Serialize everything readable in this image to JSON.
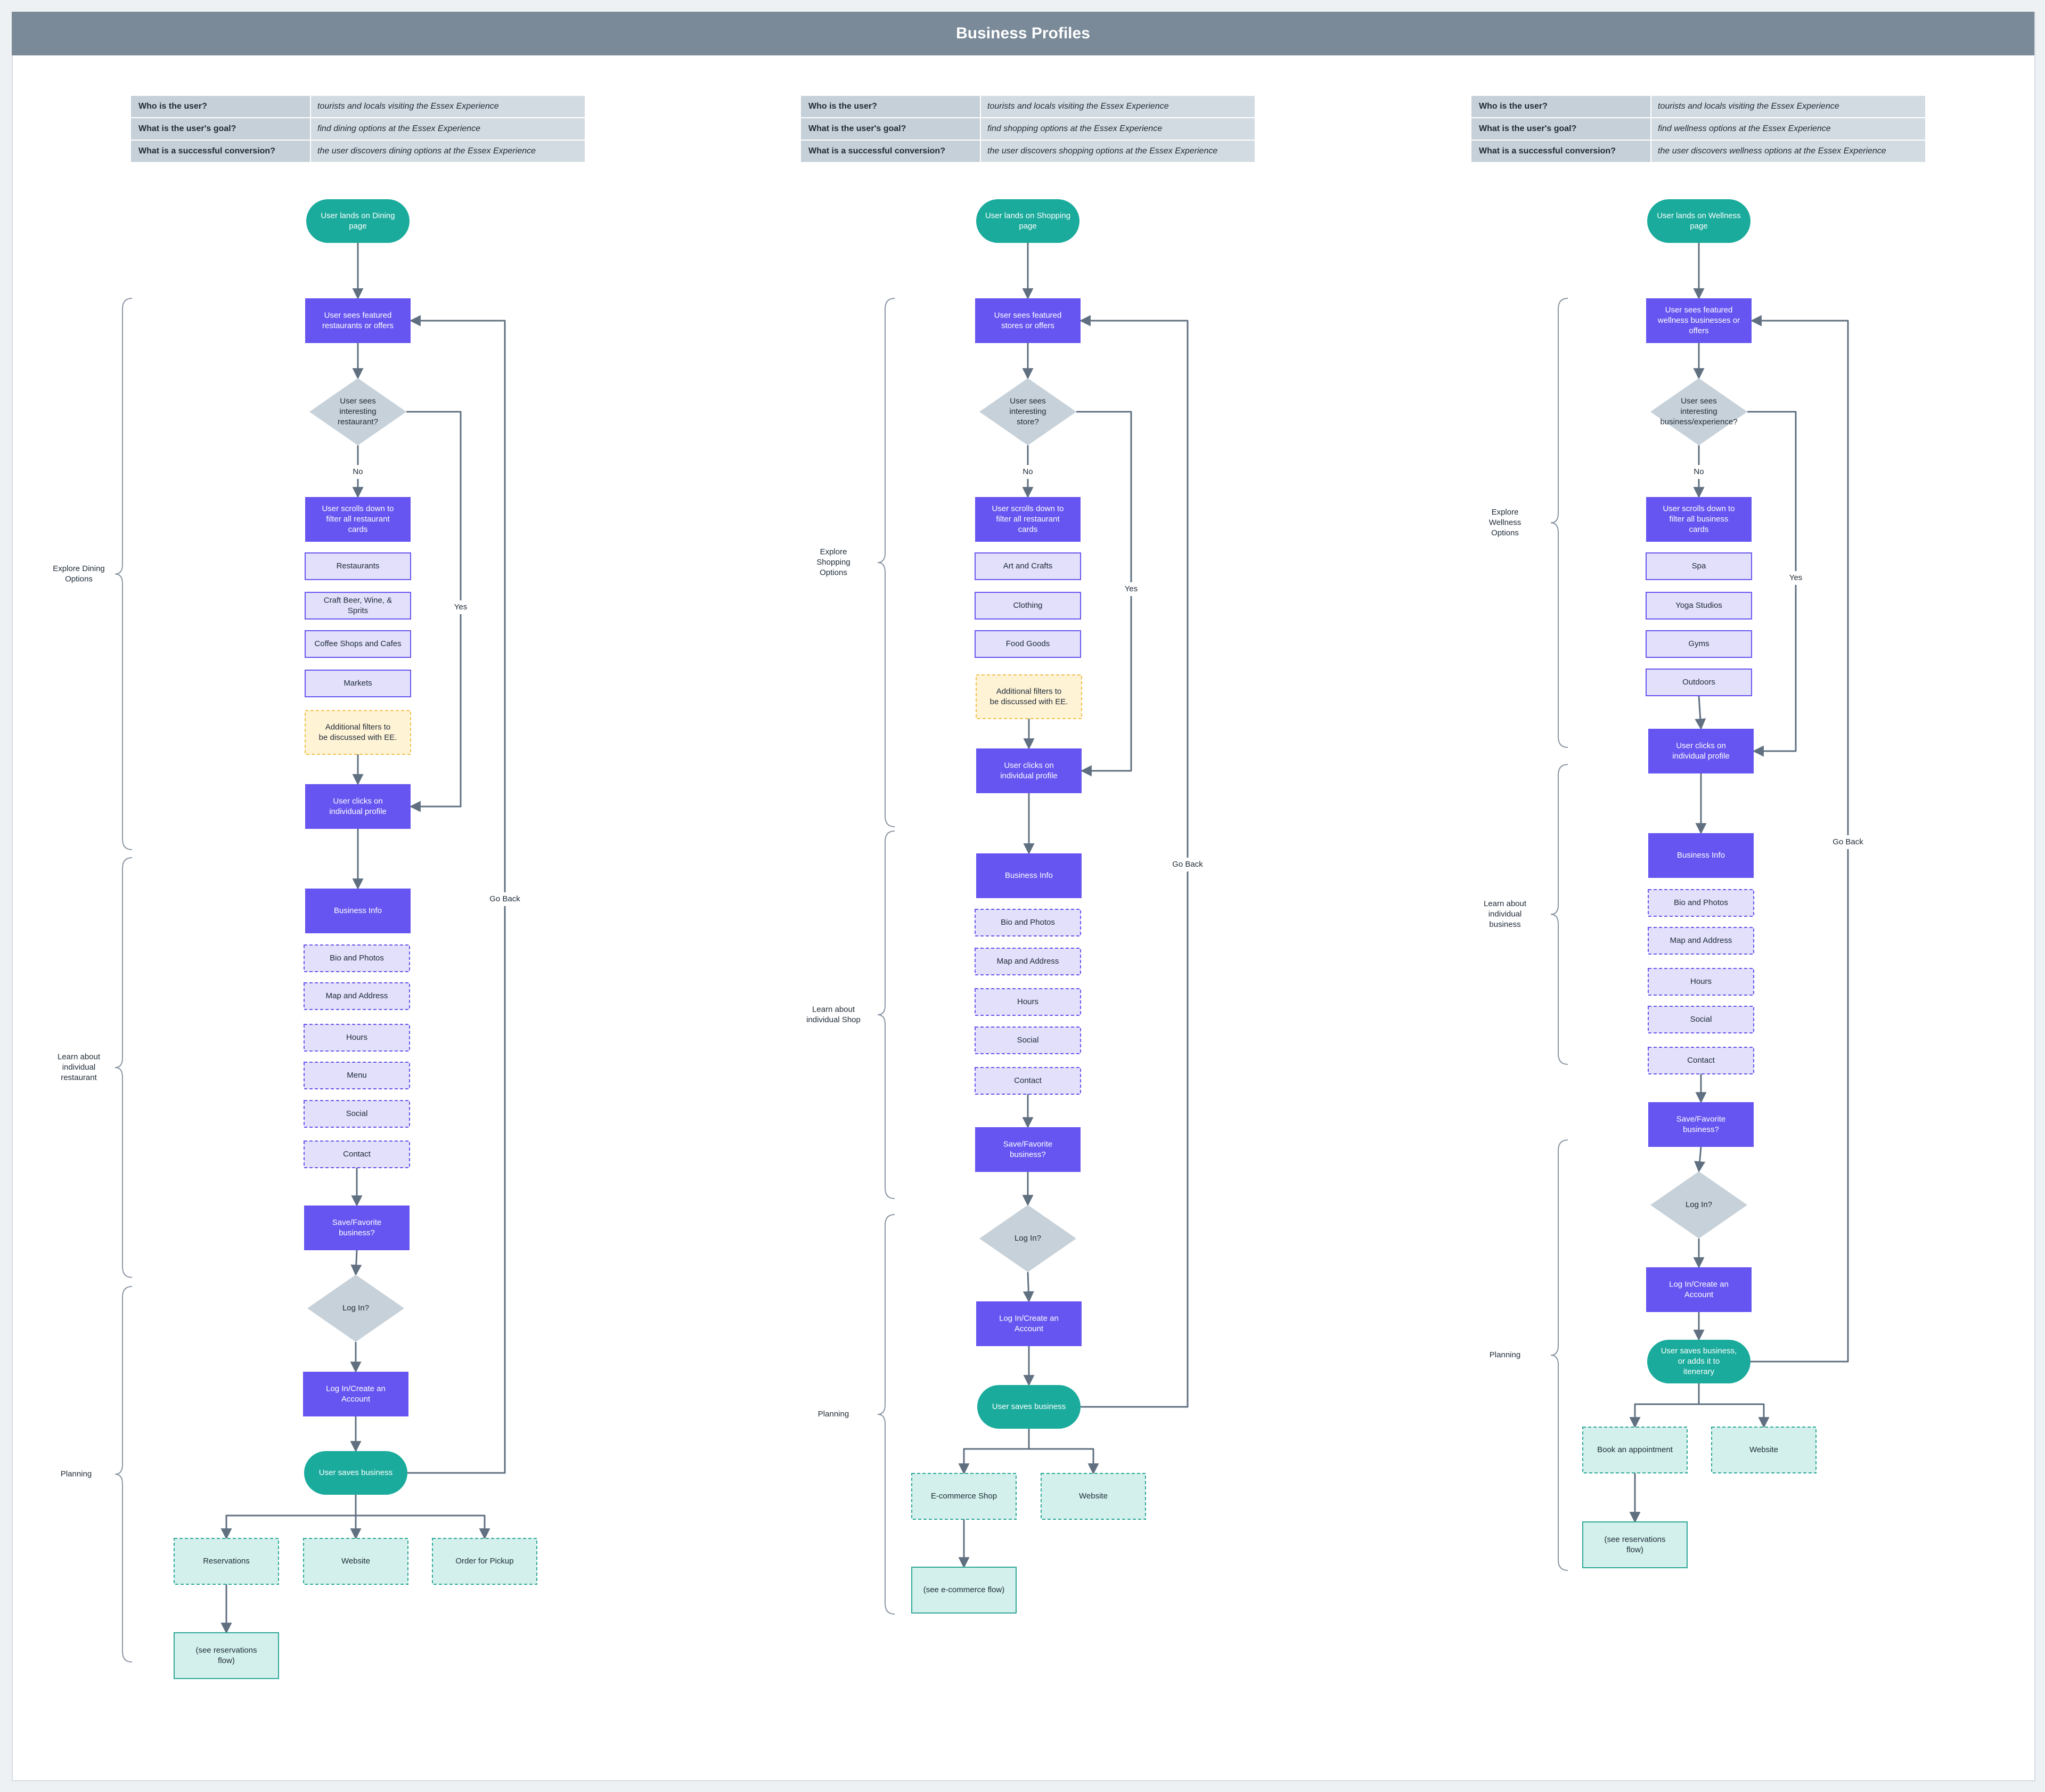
{
  "title": "Business Profiles",
  "colors": {
    "header": "#7a8a99",
    "terminal": "#1bab9c",
    "process": "#6655f0",
    "option": "#e2e0fb",
    "option_border": "#6655f0",
    "decision": "#c7d1d9",
    "note": "#fff3d6",
    "note_border": "#f0c24b",
    "exit": "#d3f0ec",
    "exit_border": "#2fa899",
    "edge": "#607080"
  },
  "tables": [
    {
      "rows": [
        {
          "label": "Who is the user?",
          "value": "tourists and locals visiting the Essex Experience"
        },
        {
          "label": "What is the user's goal?",
          "value": "find dining options at the Essex Experience"
        },
        {
          "label": "What is a successful conversion?",
          "value": "the user discovers dining options at the Essex Experience"
        }
      ]
    },
    {
      "rows": [
        {
          "label": "Who is the user?",
          "value": "tourists and locals visiting the Essex Experience"
        },
        {
          "label": "What is the user's goal?",
          "value": "find shopping options at the Essex Experience"
        },
        {
          "label": "What is a successful conversion?",
          "value": "the user discovers shopping options at the Essex Experience"
        }
      ]
    },
    {
      "rows": [
        {
          "label": "Who is the user?",
          "value": "tourists and locals visiting the Essex Experience"
        },
        {
          "label": "What is the user's goal?",
          "value": "find wellness options at the Essex Experience"
        },
        {
          "label": "What is a successful conversion?",
          "value": "the user discovers wellness options at the Essex Experience"
        }
      ]
    }
  ],
  "flows": [
    {
      "nodes": [
        {
          "id": "d1",
          "type": "terminal",
          "label": "User lands on Dining page"
        },
        {
          "id": "d2",
          "type": "process",
          "label": "User sees featured restaurants or offers"
        },
        {
          "id": "d3",
          "type": "decision",
          "label": "User sees interesting restaurant?"
        },
        {
          "id": "d4",
          "type": "process",
          "label": "User scrolls down to filter all restaurant cards"
        },
        {
          "id": "d5",
          "type": "filter",
          "label": "Restaurants"
        },
        {
          "id": "d6",
          "type": "filter",
          "label": "Craft Beer, Wine, & Sprits"
        },
        {
          "id": "d7",
          "type": "filter",
          "label": "Coffee Shops and Cafes"
        },
        {
          "id": "d8",
          "type": "filter",
          "label": "Markets"
        },
        {
          "id": "d9",
          "type": "note",
          "label": "Additional filters to be discussed with EE."
        },
        {
          "id": "d10",
          "type": "process",
          "label": "User clicks on individual profile"
        },
        {
          "id": "d11",
          "type": "process",
          "label": "Business Info"
        },
        {
          "id": "d12",
          "type": "option",
          "label": "Bio and Photos"
        },
        {
          "id": "d13",
          "type": "option",
          "label": "Map and Address"
        },
        {
          "id": "d14",
          "type": "option",
          "label": "Hours"
        },
        {
          "id": "d15",
          "type": "option",
          "label": "Menu"
        },
        {
          "id": "d16",
          "type": "option",
          "label": "Social"
        },
        {
          "id": "d17",
          "type": "option",
          "label": "Contact"
        },
        {
          "id": "d18",
          "type": "process",
          "label": "Save/Favorite business?"
        },
        {
          "id": "d19",
          "type": "decision",
          "label": "Log In?"
        },
        {
          "id": "d20",
          "type": "process",
          "label": "Log In/Create an Account"
        },
        {
          "id": "d21",
          "type": "terminal",
          "label": "User saves business"
        },
        {
          "id": "d22",
          "type": "exit",
          "label": "Reservations"
        },
        {
          "id": "d23",
          "type": "exit",
          "label": "Website"
        },
        {
          "id": "d24",
          "type": "exit",
          "label": "Order for Pickup"
        },
        {
          "id": "d25",
          "type": "ref",
          "label": "(see reservations flow)"
        }
      ],
      "edge_labels": [
        "No",
        "Yes",
        "Go Back"
      ],
      "sections": [
        "Explore Dining Options",
        "Learn about individual restaurant",
        "Planning"
      ]
    },
    {
      "nodes": [
        {
          "id": "s1",
          "type": "terminal",
          "label": "User lands on Shopping page"
        },
        {
          "id": "s2",
          "type": "process",
          "label": "User sees featured stores or offers"
        },
        {
          "id": "s3",
          "type": "decision",
          "label": "User sees interesting store?"
        },
        {
          "id": "s4",
          "type": "process",
          "label": "User scrolls down to filter all restaurant cards"
        },
        {
          "id": "s5",
          "type": "filter",
          "label": "Art and Crafts"
        },
        {
          "id": "s6",
          "type": "filter",
          "label": "Clothing"
        },
        {
          "id": "s7",
          "type": "filter",
          "label": "Food Goods"
        },
        {
          "id": "s8",
          "type": "note",
          "label": "Additional filters to be discussed with EE."
        },
        {
          "id": "s9",
          "type": "process",
          "label": "User clicks on individual profile"
        },
        {
          "id": "s10",
          "type": "process",
          "label": "Business Info"
        },
        {
          "id": "s11",
          "type": "option",
          "label": "Bio and Photos"
        },
        {
          "id": "s12",
          "type": "option",
          "label": "Map and Address"
        },
        {
          "id": "s13",
          "type": "option",
          "label": "Hours"
        },
        {
          "id": "s14",
          "type": "option",
          "label": "Social"
        },
        {
          "id": "s15",
          "type": "option",
          "label": "Contact"
        },
        {
          "id": "s16",
          "type": "process",
          "label": "Save/Favorite business?"
        },
        {
          "id": "s17",
          "type": "decision",
          "label": "Log In?"
        },
        {
          "id": "s18",
          "type": "process",
          "label": "Log In/Create an Account"
        },
        {
          "id": "s19",
          "type": "terminal",
          "label": "User saves business"
        },
        {
          "id": "s20",
          "type": "exit",
          "label": "E-commerce Shop"
        },
        {
          "id": "s21",
          "type": "exit",
          "label": "Website"
        },
        {
          "id": "s22",
          "type": "ref",
          "label": "(see e-commerce flow)"
        }
      ],
      "edge_labels": [
        "No",
        "Yes",
        "Go Back"
      ],
      "sections": [
        "Explore Shopping Options",
        "Learn about individual Shop",
        "Planning"
      ]
    },
    {
      "nodes": [
        {
          "id": "w1",
          "type": "terminal",
          "label": "User lands on Wellness page"
        },
        {
          "id": "w2",
          "type": "process",
          "label": "User sees featured wellness businesses or offers"
        },
        {
          "id": "w3",
          "type": "decision",
          "label": "User sees interesting business/experience?"
        },
        {
          "id": "w4",
          "type": "process",
          "label": "User scrolls down to filter all business cards"
        },
        {
          "id": "w5",
          "type": "filter",
          "label": "Spa"
        },
        {
          "id": "w6",
          "type": "filter",
          "label": "Yoga Studios"
        },
        {
          "id": "w7",
          "type": "filter",
          "label": "Gyms"
        },
        {
          "id": "w8",
          "type": "filter",
          "label": "Outdoors"
        },
        {
          "id": "w9",
          "type": "process",
          "label": "User clicks on individual profile"
        },
        {
          "id": "w10",
          "type": "process",
          "label": "Business Info"
        },
        {
          "id": "w11",
          "type": "option",
          "label": "Bio and Photos"
        },
        {
          "id": "w12",
          "type": "option",
          "label": "Map and Address"
        },
        {
          "id": "w13",
          "type": "option",
          "label": "Hours"
        },
        {
          "id": "w14",
          "type": "option",
          "label": "Social"
        },
        {
          "id": "w15",
          "type": "option",
          "label": "Contact"
        },
        {
          "id": "w16",
          "type": "process",
          "label": "Save/Favorite business?"
        },
        {
          "id": "w17",
          "type": "decision",
          "label": "Log In?"
        },
        {
          "id": "w18",
          "type": "process",
          "label": "Log In/Create an Account"
        },
        {
          "id": "w19",
          "type": "terminal",
          "label": "User saves business, or adds it to itenerary"
        },
        {
          "id": "w20",
          "type": "exit",
          "label": "Book an appointment"
        },
        {
          "id": "w21",
          "type": "exit",
          "label": "Website"
        },
        {
          "id": "w22",
          "type": "ref",
          "label": "(see reservations flow)"
        }
      ],
      "edge_labels": [
        "No",
        "Yes",
        "Go Back"
      ],
      "sections": [
        "Explore Wellness Options",
        "Learn about individual business",
        "Planning"
      ]
    }
  ]
}
